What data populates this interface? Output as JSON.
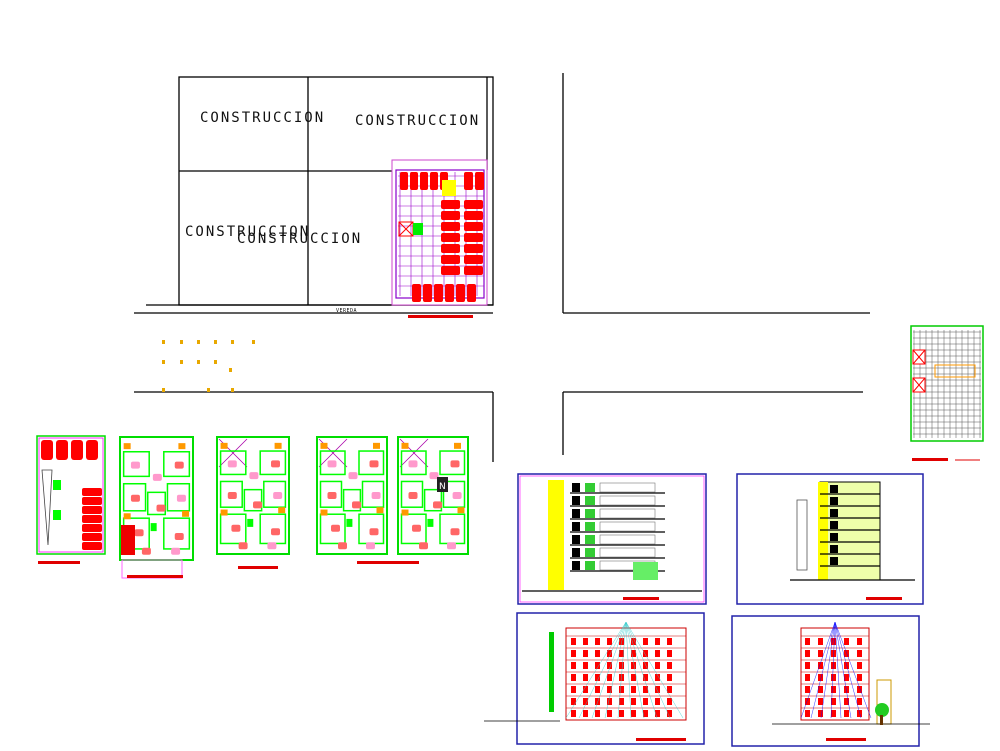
{
  "site_plan": {
    "lot_labels": [
      "CONSTRUCCION",
      "CONSTRUCCION",
      "CONSTRUCCION",
      "CONSTRUCCION"
    ],
    "street_label": "VEREDA"
  },
  "colors": {
    "background": "#ffffff",
    "line": "#000000",
    "green": "#00ff00",
    "red": "#ff0000",
    "magenta": "#ff00ff",
    "yellow": "#ffff00",
    "blue": "#0000ff",
    "purple": "#9900cc",
    "orange": "#ff9900",
    "pink": "#ff99cc",
    "title_bar": "#e00000"
  },
  "icons": [
    "north-arrow-icon"
  ]
}
